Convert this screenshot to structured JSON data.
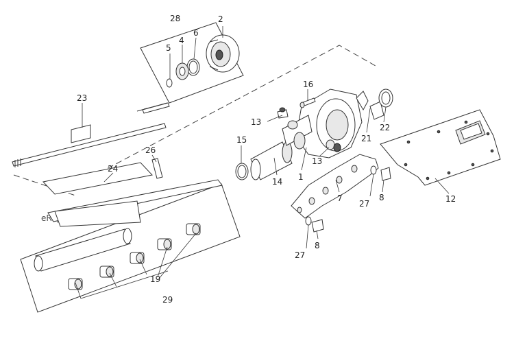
{
  "watermark": "eReplacementParts.com",
  "callouts": {
    "c1": "1",
    "c2": "2",
    "c4": "4",
    "c5": "5",
    "c6": "6",
    "c7": "7",
    "c8a": "8",
    "c8b": "8",
    "c12": "12",
    "c13a": "13",
    "c13b": "13",
    "c14": "14",
    "c15": "15",
    "c16": "16",
    "c19": "19",
    "c21": "21",
    "c22": "22",
    "c23": "23",
    "c24": "24",
    "c26": "26",
    "c27a": "27",
    "c27b": "27",
    "c28": "28",
    "c29": "29"
  }
}
